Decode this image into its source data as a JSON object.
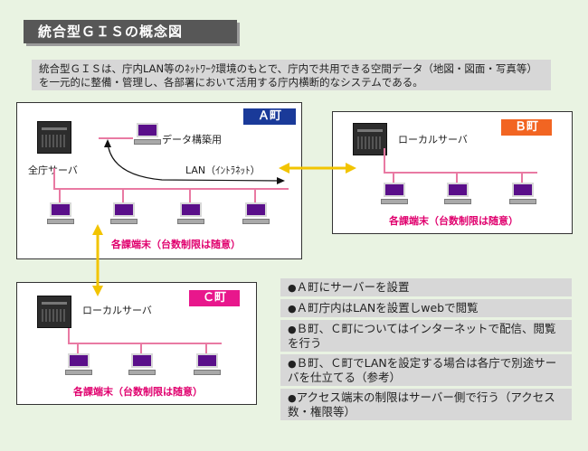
{
  "title": "統合型ＧＩＳの概念図",
  "description": "統合型ＧＩＳは、庁内LAN等のﾈｯﾄﾜｰｸ環境のもとで、庁内で共用できる空間データ（地図・図面・写真等）を一元的に整備・管理し、各部署において活用する庁内横断的なシステムである。",
  "town_a": {
    "label": "Ａ町",
    "server_label": "全庁サーバ",
    "data_pc_label": "データ構築用",
    "lan_label": "LAN（ｲﾝﾄﾗﾈｯﾄ）",
    "terminals_label": "各課端末（台数制限は随意）"
  },
  "town_b": {
    "label": "Ｂ町",
    "server_label": "ローカルサーバ",
    "terminals_label": "各課端末（台数制限は随意）"
  },
  "town_c": {
    "label": "Ｃ町",
    "server_label": "ローカルサーバ",
    "terminals_label": "各課端末（台数制限は随意）"
  },
  "bullets": [
    "Ａ町にサーバーを設置",
    "Ａ町庁内はLANを設置しwebで閲覧",
    "Ｂ町、Ｃ町についてはインターネットで配信、閲覧を行う",
    "Ｂ町、Ｃ町でLANを設定する場合は各庁で別途サーバを仕立てる（参考）",
    "アクセス端末の制限はサーバー側で行う（アクセス数・権限等）"
  ],
  "bullet_marker": "●",
  "colors": {
    "town_a": "#1a3a99",
    "town_b": "#f26522",
    "town_c": "#e8178c",
    "connector": "#f2c400",
    "lan_line": "#e97aa3"
  }
}
